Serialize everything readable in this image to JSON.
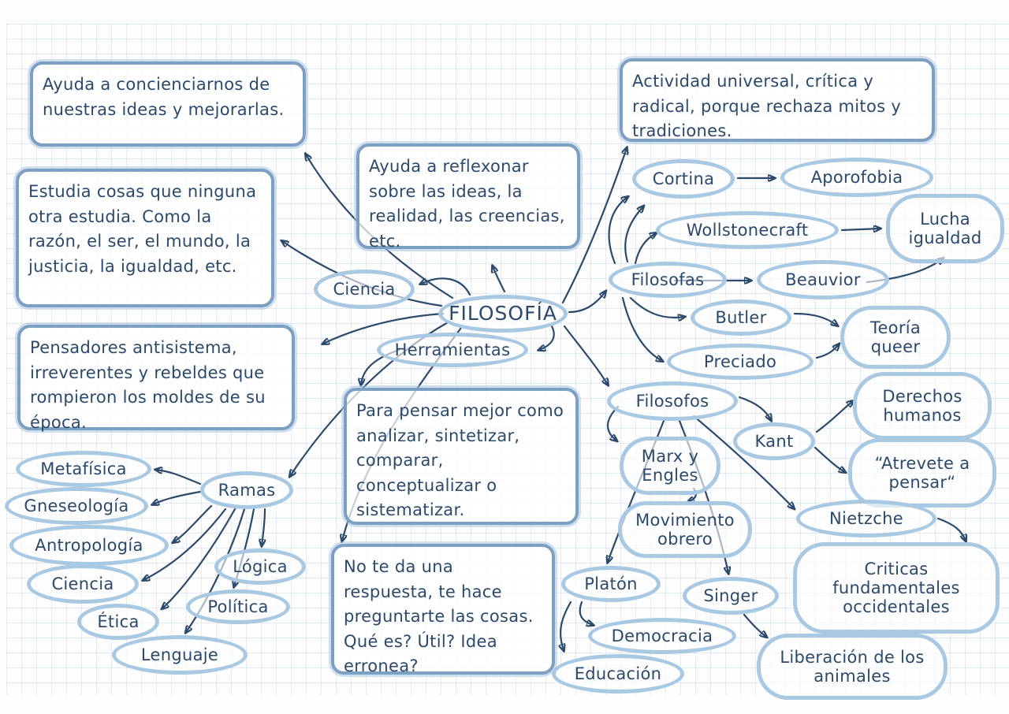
{
  "palette": {
    "ink": "#2b4a6b",
    "oval_outline": "#a9c8e2",
    "box_border": "#7d9fc2",
    "grid_line": "#7da5d2",
    "paper": "#fdfdfe"
  },
  "notes": {
    "ayuda_concienciarnos": "Ayuda a concienciarnos de nuestras ideas y mejorarlas.",
    "estudia_cosas": "Estudia cosas que ninguna otra estudia. Como la razón, el ser, el mundo, la justicia, la igualdad, etc.",
    "pensadores": "Pensadores antisistema, irreverentes y rebeldes que rompieron los moldes de su época.",
    "ayuda_reflexonar": "Ayuda a reflexonar sobre las ideas, la realidad, las creencias, etc.",
    "actividad_universal": "Actividad universal, crítica y radical, porque rechaza mitos y tradiciones.",
    "para_pensar": "Para pensar mejor como analizar, sintetizar, comparar, conceptualizar o sistematizar.",
    "no_te_da": "No te da una respuesta, te hace preguntarte las cosas. Qué es? Útil? Idea erronea?"
  },
  "nodes": {
    "filosofia": "FILOSOFÍA",
    "ciencia": "Ciencia",
    "herramientas": "Herramientas",
    "ramas": "Ramas",
    "metafisica": "Metafísica",
    "gneseologia": "Gneseología",
    "antropologia": "Antropología",
    "ciencia_rama": "Ciencia",
    "etica": "Ética",
    "logica": "Lógica",
    "politica": "Política",
    "lenguaje": "Lenguaje",
    "cortina": "Cortina",
    "aporofobia": "Aporofobia",
    "wollstonecraft": "Wollstonecraft",
    "lucha_igualdad": "Lucha igualdad",
    "filosofas": "Filosofas",
    "beauvior": "Beauvior",
    "butler": "Butler",
    "teoria_queer": "Teoría queer",
    "preciado": "Preciado",
    "filosofos": "Filosofos",
    "kant": "Kant",
    "derechos_humanos": "Derechos humanos",
    "atrevete": "“Atrevete a pensar“",
    "marx_engles": "Marx y Engles",
    "movimiento_obrero": "Movimiento obrero",
    "nietzche": "Nietzche",
    "criticas": "Criticas fundamentales occidentales",
    "platon": "Platón",
    "singer": "Singer",
    "democracia": "Democracia",
    "educacion": "Educación",
    "liberacion": "Liberación de los animales"
  },
  "edges": [
    {
      "from": "filosofia",
      "to": "ayuda_concienciarnos"
    },
    {
      "from": "filosofia",
      "to": "estudia_cosas"
    },
    {
      "from": "filosofia",
      "to": "pensadores"
    },
    {
      "from": "filosofia",
      "to": "ciencia"
    },
    {
      "from": "filosofia",
      "to": "ramas"
    },
    {
      "from": "filosofia",
      "to": "no_te_da"
    },
    {
      "from": "filosofia",
      "to": "ayuda_reflexonar"
    },
    {
      "from": "filosofia",
      "to": "herramientas"
    },
    {
      "from": "filosofia",
      "to": "actividad_universal"
    },
    {
      "from": "filosofia",
      "to": "filosofas"
    },
    {
      "from": "filosofia",
      "to": "filosofos"
    },
    {
      "from": "herramientas",
      "to": "para_pensar"
    },
    {
      "from": "ramas",
      "to": "metafisica"
    },
    {
      "from": "ramas",
      "to": "gneseologia"
    },
    {
      "from": "ramas",
      "to": "antropologia"
    },
    {
      "from": "ramas",
      "to": "ciencia_rama"
    },
    {
      "from": "ramas",
      "to": "etica"
    },
    {
      "from": "ramas",
      "to": "lenguaje"
    },
    {
      "from": "ramas",
      "to": "politica"
    },
    {
      "from": "ramas",
      "to": "logica"
    },
    {
      "from": "filosofas",
      "to": "cortina"
    },
    {
      "from": "filosofas",
      "to": "wollstonecraft"
    },
    {
      "from": "filosofas",
      "to": "beauvior"
    },
    {
      "from": "filosofas",
      "to": "butler"
    },
    {
      "from": "filosofas",
      "to": "preciado"
    },
    {
      "from": "cortina",
      "to": "aporofobia"
    },
    {
      "from": "wollstonecraft",
      "to": "lucha_igualdad"
    },
    {
      "from": "beauvior",
      "to": "lucha_igualdad"
    },
    {
      "from": "butler",
      "to": "teoria_queer"
    },
    {
      "from": "preciado",
      "to": "teoria_queer"
    },
    {
      "from": "filosofos",
      "to": "kant"
    },
    {
      "from": "kant",
      "to": "derechos_humanos"
    },
    {
      "from": "kant",
      "to": "atrevete"
    },
    {
      "from": "filosofos",
      "to": "marx_engles"
    },
    {
      "from": "marx_engles",
      "to": "movimiento_obrero"
    },
    {
      "from": "filosofos",
      "to": "nietzche"
    },
    {
      "from": "filosofos",
      "to": "singer"
    },
    {
      "from": "filosofos",
      "to": "platon"
    },
    {
      "from": "nietzche",
      "to": "criticas"
    },
    {
      "from": "platon",
      "to": "democracia"
    },
    {
      "from": "platon",
      "to": "educacion"
    },
    {
      "from": "singer",
      "to": "liberacion"
    }
  ]
}
